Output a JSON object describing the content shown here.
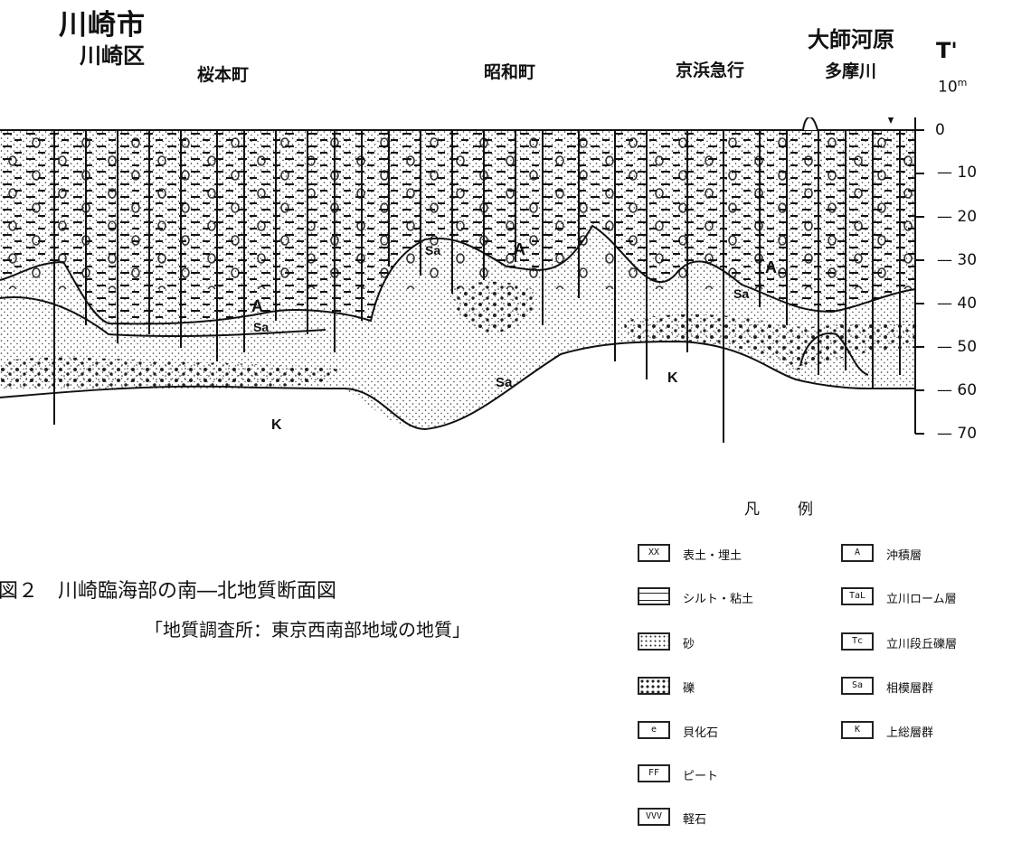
{
  "header": {
    "city": "川崎市",
    "ward": "川崎区",
    "place_right": "大師河原",
    "section_end_label": "T'"
  },
  "places": [
    "桜本町",
    "昭和町",
    "京浜急行",
    "多摩川"
  ],
  "depth_scale": {
    "unit": "m",
    "labels": [
      "10",
      "0",
      "10",
      "20",
      "30",
      "40",
      "50",
      "60",
      "70"
    ]
  },
  "strata_labels": {
    "A": "A",
    "Sa": "Sa",
    "K": "K"
  },
  "caption": {
    "figure": "図２　川崎臨海部の南―北地質断面図",
    "source": "「地質調査所：東京西南部地域の地質」"
  },
  "legend": {
    "title": "凡例",
    "items": [
      {
        "symbol": "XX",
        "label": "表土・埋土"
      },
      {
        "symbol": "A",
        "label": "沖積層"
      },
      {
        "symbol": "",
        "label": "シルト・粘土"
      },
      {
        "symbol": "TaL",
        "label": "立川ローム層"
      },
      {
        "symbol": "",
        "label": "砂"
      },
      {
        "symbol": "Tc",
        "label": "立川段丘礫層"
      },
      {
        "symbol": "",
        "label": "礫"
      },
      {
        "symbol": "Sa",
        "label": "相模層群"
      },
      {
        "symbol": "e",
        "label": "貝化石"
      },
      {
        "symbol": "K",
        "label": "上総層群"
      },
      {
        "symbol": "FF",
        "label": "ピート"
      },
      {
        "symbol": "VVV",
        "label": "軽石"
      }
    ]
  }
}
